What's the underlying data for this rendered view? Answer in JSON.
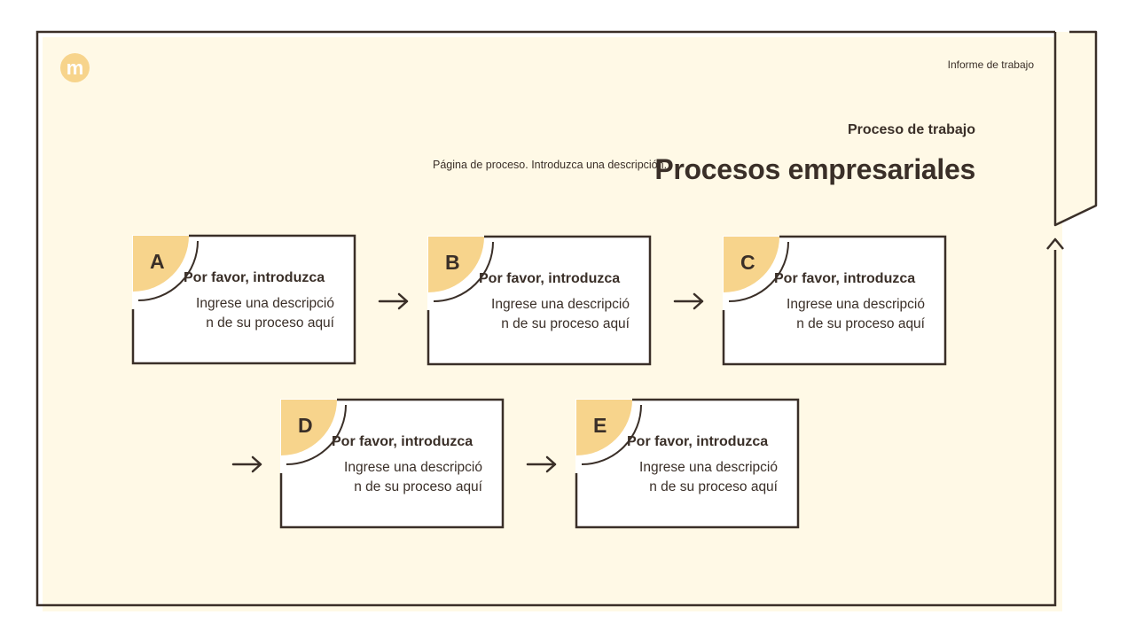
{
  "header": {
    "logo_letter": "m",
    "brand_label": "Informe de trabajo",
    "kicker": "Proceso de trabajo",
    "title": "Procesos empresariales",
    "subtitle": "Página de proceso. Introduzca una descripción."
  },
  "steps": [
    {
      "letter": "A",
      "heading": "Por favor, introduzca",
      "desc_line1": "Ingrese una descripció",
      "desc_line2": "n de su proceso aquí"
    },
    {
      "letter": "B",
      "heading": "Por favor, introduzca",
      "desc_line1": "Ingrese una descripció",
      "desc_line2": "n de su proceso aquí"
    },
    {
      "letter": "C",
      "heading": "Por favor, introduzca",
      "desc_line1": "Ingrese una descripció",
      "desc_line2": "n de su proceso aquí"
    },
    {
      "letter": "D",
      "heading": "Por favor, introduzca",
      "desc_line1": "Ingrese una descripció",
      "desc_line2": "n de su proceso aquí"
    },
    {
      "letter": "E",
      "heading": "Por favor, introduzca",
      "desc_line1": "Ingrese una descripció",
      "desc_line2": "n de su proceso aquí"
    }
  ],
  "colors": {
    "background": "#fff9e6",
    "accent": "#f7d48c",
    "ink": "#3a2f28"
  }
}
